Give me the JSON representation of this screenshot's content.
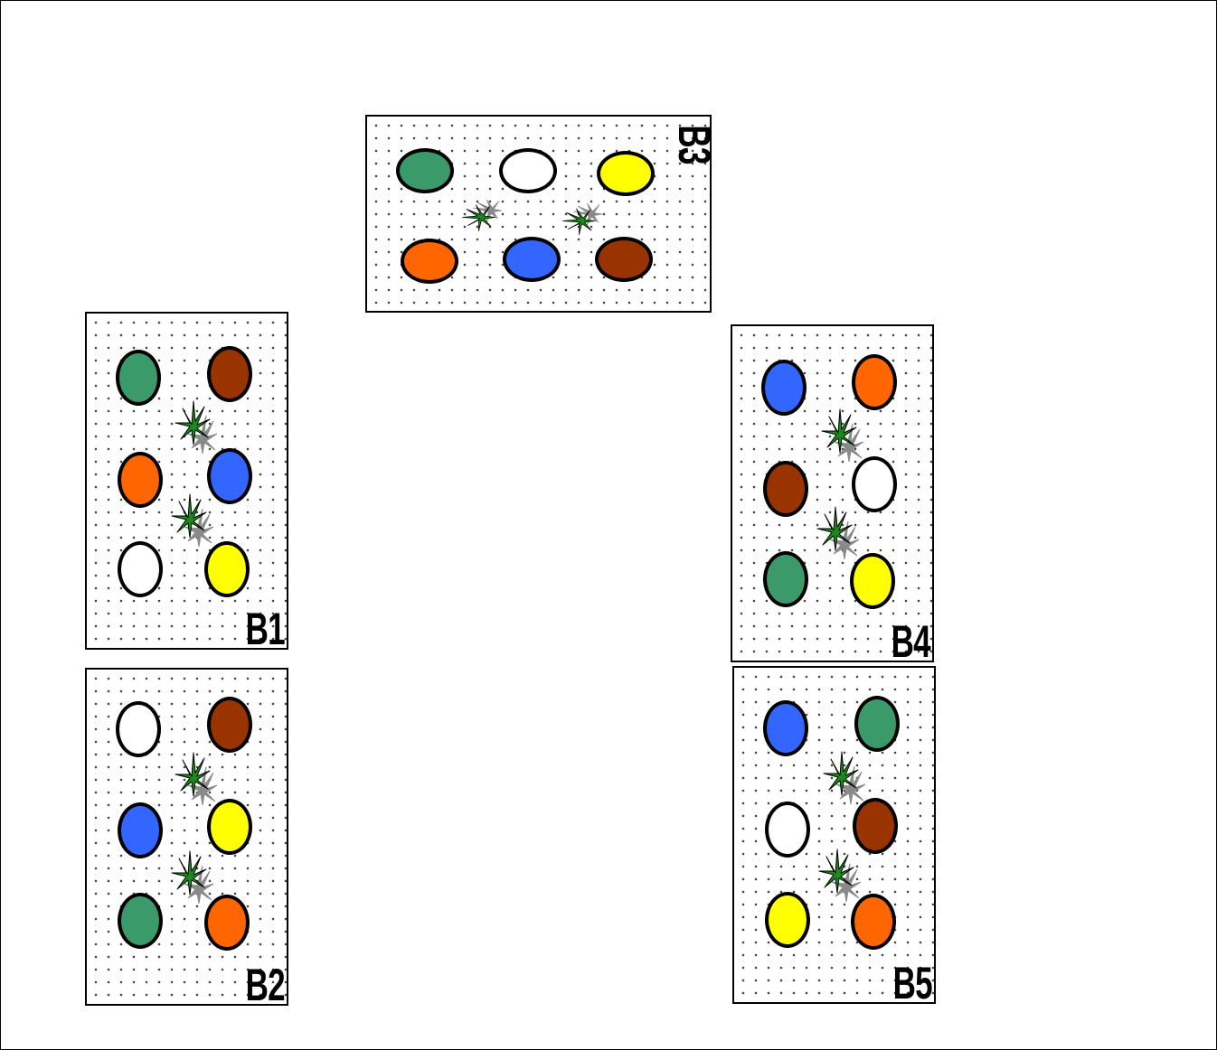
{
  "colors": {
    "green": "#3a9a6a",
    "white": "#ffffff",
    "yellow": "#ffff00",
    "orange": "#ff6600",
    "blue": "#3366ff",
    "brown": "#993300",
    "leaf": "#1a8a1a",
    "shadow": "#8a8a8a"
  },
  "beds": {
    "b1": {
      "label": "B1",
      "ovals": [
        "green",
        "brown",
        "orange",
        "blue",
        "white",
        "yellow"
      ]
    },
    "b2": {
      "label": "B2",
      "ovals": [
        "white",
        "brown",
        "blue",
        "yellow",
        "green",
        "orange"
      ]
    },
    "b3": {
      "label": "B3",
      "ovals": [
        "green",
        "white",
        "yellow",
        "orange",
        "blue",
        "brown"
      ]
    },
    "b4": {
      "label": "B4",
      "ovals": [
        "blue",
        "orange",
        "brown",
        "white",
        "green",
        "yellow"
      ]
    },
    "b5": {
      "label": "B5",
      "ovals": [
        "blue",
        "green",
        "white",
        "brown",
        "yellow",
        "orange"
      ]
    }
  }
}
